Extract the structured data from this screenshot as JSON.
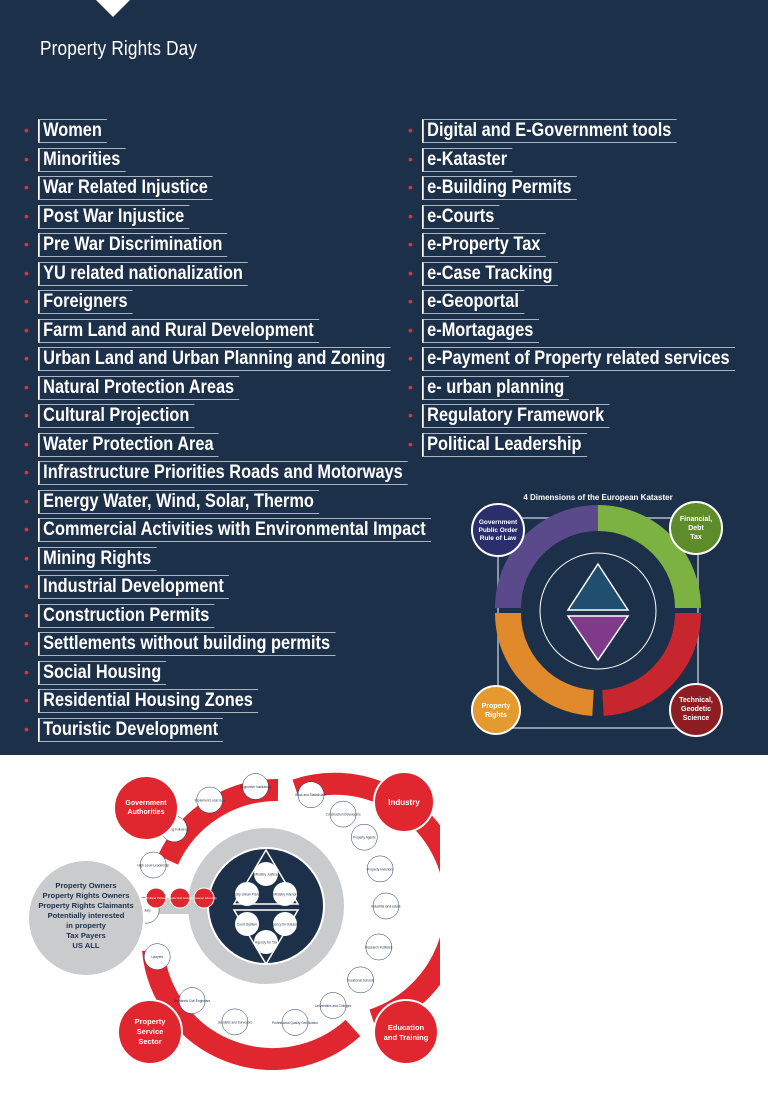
{
  "header": {
    "title": "Property Rights Day"
  },
  "left_list": [
    "Women",
    "Minorities",
    "War Related Injustice",
    "Post War Injustice",
    "Pre War Discrimination",
    "YU related nationalization",
    "Foreigners",
    "Farm Land and Rural Development",
    "Urban Land and Urban Planning and Zoning",
    "Natural Protection Areas",
    "Cultural Projection",
    "Water Protection Area",
    "Infrastructure Priorities Roads and Motorways",
    "Energy Water, Wind, Solar, Thermo",
    "Commercial Activities with Environmental Impact",
    "Mining Rights",
    "Industrial Development",
    "Construction Permits",
    "Settlements without building permits",
    "Social Housing",
    "Residential Housing Zones",
    "Touristic Development"
  ],
  "right_list": [
    "Digital and E-Government tools",
    "e-Kataster",
    "e-Building Permits",
    "e-Courts",
    "e-Property Tax",
    "e-Case Tracking",
    "e-Geoportal",
    "e-Mortagages",
    "e-Payment of Property related services",
    "e- urban planning",
    "Regulatory Framework",
    "Political Leadership"
  ],
  "kataster": {
    "title": "4 Dimensions of the European Kataster",
    "corner_government": [
      "Government",
      "Public Order",
      "Rule of Law"
    ],
    "corner_financial": [
      "Financial,",
      "Debt",
      "Tax"
    ],
    "corner_technical": [
      "Technical,",
      "Geodetic",
      "Science"
    ],
    "corner_property": [
      "Property",
      "Rights"
    ],
    "colors": {
      "purple": "#5b4a8b",
      "green": "#7bb241",
      "red": "#c8262f",
      "orange": "#e08a2c",
      "teal": "#1f4e6e"
    }
  },
  "stakeholder": {
    "owners": [
      "Property Owners",
      "Property Rights Owners",
      "Property Rights Claimants",
      "Potentially interested",
      "in property",
      "Tax Payers",
      "US ALL"
    ],
    "government": [
      "Government",
      "Authorities"
    ],
    "industry": "Industry",
    "education": [
      "Education",
      "and Training"
    ],
    "service": [
      "Property",
      "Service",
      "Sector"
    ],
    "nodes_right": [
      "Book and Statisticians",
      "Construction Developers",
      "Property Agents",
      "Property Investors",
      "Industrial land-estate",
      "Research Institutes",
      "Vocational Schools",
      "Universities and Colleges",
      "Professional Quality Certification"
    ],
    "nodes_left": [
      "Notary",
      "Lawyers",
      "Architects Civil Engineers",
      "Geodetic and Surveyors"
    ],
    "nodes_top": [
      "High Level Leadership",
      "Monitoring Follow-up",
      "Implement Local Gov",
      "Supportive Institutions"
    ],
    "inner": [
      "Ministry Justice",
      "Ministry Interior",
      "Ministry Urban Planning",
      "Court System",
      "Agency for Kataster",
      "Agency for Tax"
    ],
    "red_dots": [
      "Political Parties",
      "Media Civil Society",
      "Consumer Advocacy"
    ],
    "colors": {
      "red": "#e0262e",
      "gray": "#c9cbcd",
      "dark": "#1d3049"
    }
  }
}
